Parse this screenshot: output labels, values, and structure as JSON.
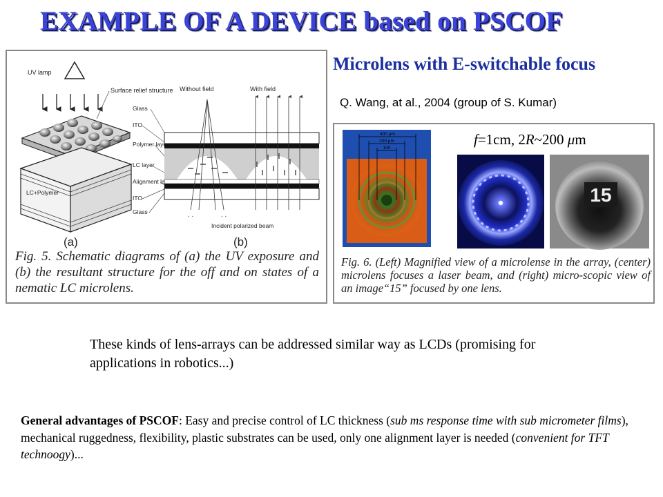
{
  "slide": {
    "title": "EXAMPLE OF A DEVICE based on PSCOF",
    "subtitle": "Microlens with E-switchable focus",
    "citation": "Q. Wang, at al., 2004 (group of S. Kumar)",
    "param_f": "f",
    "param_eq1": "=1cm, 2",
    "param_r": "R",
    "param_eq2": "~200 ",
    "param_mu": "μ",
    "param_unit": "m",
    "body1": "These kinds of lens-arrays can be addressed similar way as LCDs (promising for applications in robotics...)",
    "body2": {
      "bold": "General advantages of PSCOF",
      "t1": ": Easy and precise control of LC thickness (",
      "i1": "sub ms response time with sub micrometer films",
      "t2": "), mechanical ruggedness, flexibility, plastic substrates can be used, only one alignment layer is needed (",
      "i2": "convenient for TFT technoogy",
      "t3": ")..."
    }
  },
  "figure_left": {
    "labels": {
      "uv_lamp": "UV lamp",
      "surface_relief": "Surface relief structure",
      "without_field": "Without field",
      "with_field": "With field",
      "glass_top": "Glass",
      "ito_top": "ITO",
      "polymer_layer": "Polymer layer",
      "lc_layer": "LC layer",
      "alignment_layer": "Alignment layer",
      "ito_bottom": "ITO",
      "glass_bottom": "Glass",
      "lc_polymer": "LC+Polymer",
      "incident_beam": "Incident polarized beam",
      "panel_a": "(a)",
      "panel_b": "(b)"
    },
    "caption": "Fig. 5. Schematic diagrams of (a) the UV exposure and (b) the resultant structure for the off and on states of a nematic LC microlens."
  },
  "figure_right": {
    "labels": {
      "dim_400": "400 μm",
      "dim_200": "200 μm",
      "dim_100": "100",
      "number_15": "15"
    },
    "caption": "Fig. 6. (Left) Magnified view of a microlense in the array, (center) microlens focuses a laser beam, and (right) micro-scopic view of an image“15” focused by one lens."
  }
}
